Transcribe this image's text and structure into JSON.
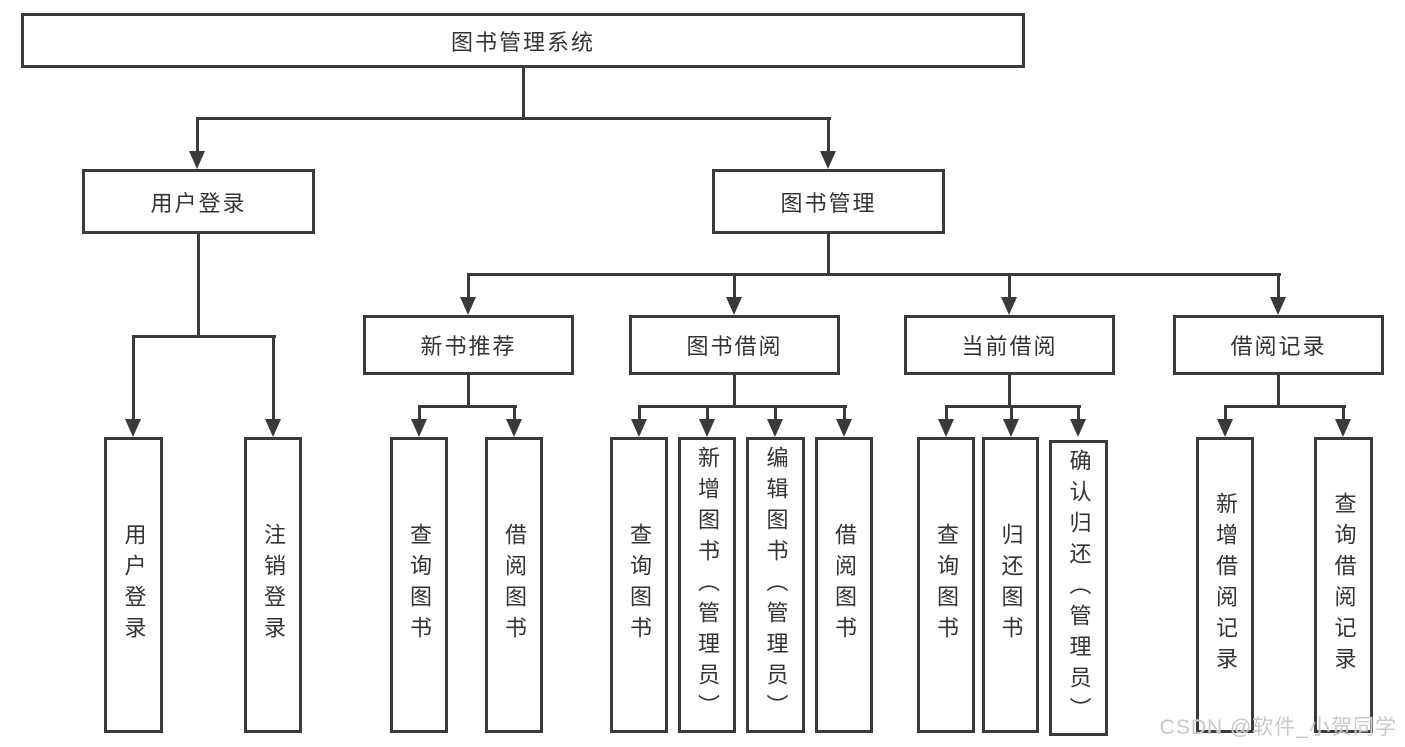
{
  "colors": {
    "line": "#3a3a3a",
    "text": "#333333",
    "watermark": "#c8c8c8",
    "background": "#ffffff"
  },
  "tree": {
    "label": "图书管理系统",
    "children": [
      {
        "label": "用户登录",
        "children": [
          {
            "label": "用户登录"
          },
          {
            "label": "注销登录"
          }
        ]
      },
      {
        "label": "图书管理",
        "children": [
          {
            "label": "新书推荐",
            "children": [
              {
                "label": "查询图书"
              },
              {
                "label": "借阅图书"
              }
            ]
          },
          {
            "label": "图书借阅",
            "children": [
              {
                "label": "查询图书"
              },
              {
                "label": "新增图书（管理员）"
              },
              {
                "label": "编辑图书（管理员）"
              },
              {
                "label": "借阅图书"
              }
            ]
          },
          {
            "label": "当前借阅",
            "children": [
              {
                "label": "查询图书"
              },
              {
                "label": "归还图书"
              },
              {
                "label": "确认归还（管理员）"
              }
            ]
          },
          {
            "label": "借阅记录",
            "children": [
              {
                "label": "新增借阅记录"
              },
              {
                "label": "查询借阅记录"
              }
            ]
          }
        ]
      }
    ]
  },
  "watermark": {
    "text": "CSDN @软件_小贺同学"
  }
}
